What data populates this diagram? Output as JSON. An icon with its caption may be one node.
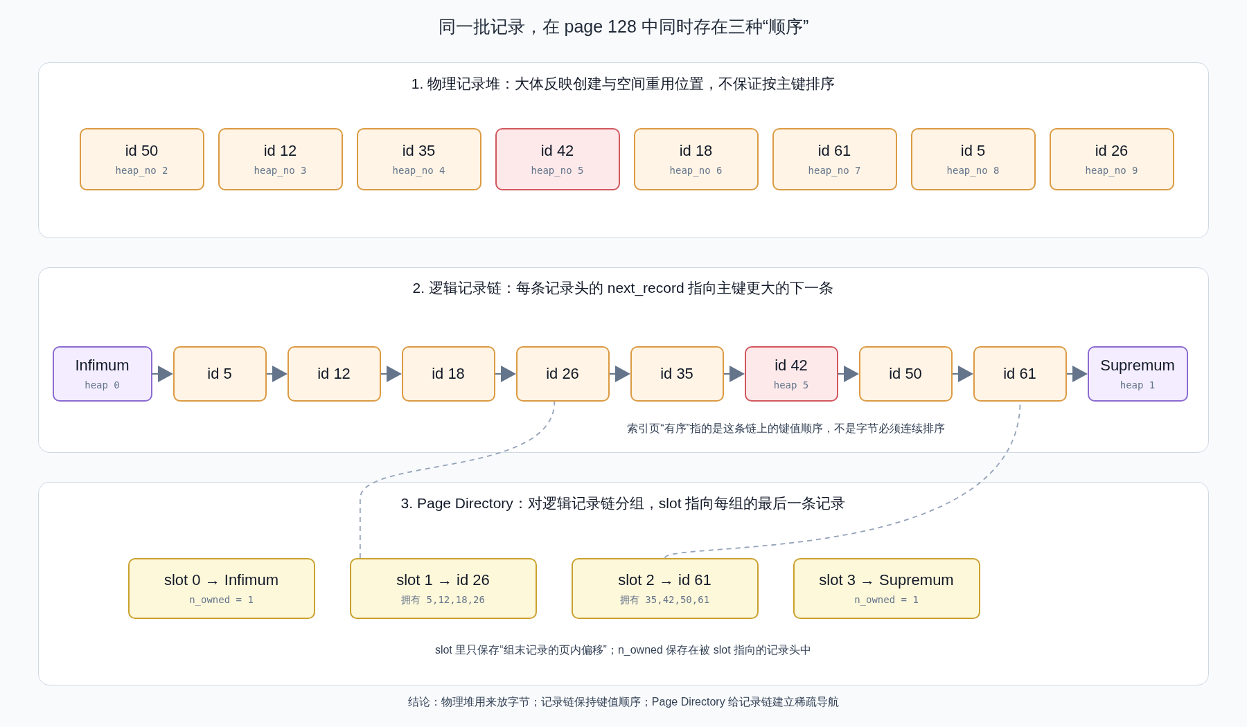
{
  "diagram": {
    "title": "同一批记录，在 page 128 中同时存在三种“顺序”",
    "nodes": [
      {
        "text": [
          "1. 物理记录堆：大体反映创建与空间重用位置，不保证按主键排序"
        ]
      },
      {
        "text": [
          "id 50",
          "heap_no 2"
        ],
        "in": 0
      },
      {
        "text": [
          "id 12",
          "heap_no 3"
        ],
        "in": 0
      },
      {
        "text": [
          "id 35",
          "heap_no 4"
        ],
        "in": 0
      },
      {
        "text": [
          "id 42",
          "heap_no 5"
        ],
        "in": 0
      },
      {
        "text": [
          "id 18",
          "heap_no 6"
        ],
        "in": 0
      },
      {
        "text": [
          "id 61",
          "heap_no 7"
        ],
        "in": 0
      },
      {
        "text": [
          "id 5",
          "heap_no 8"
        ],
        "in": 0
      },
      {
        "text": [
          "id 26",
          "heap_no 9"
        ],
        "in": 0
      },
      {
        "text": [
          "2. 逻辑记录链：每条记录头的 next_record 指向主键更大的下一条",
          "索引页“有序”指的是这条链上的键值顺序，不是字节必须连续排序"
        ]
      },
      {
        "text": [
          "Infimum",
          "heap 0"
        ],
        "in": 9
      },
      {
        "text": [
          "id 5"
        ],
        "in": 9
      },
      {
        "text": [
          "id 12"
        ],
        "in": 9
      },
      {
        "text": [
          "id 18"
        ],
        "in": 9
      },
      {
        "text": [
          "id 26"
        ],
        "in": 9
      },
      {
        "text": [
          "id 35"
        ],
        "in": 9
      },
      {
        "text": [
          "id 42",
          "heap 5"
        ],
        "in": 9
      },
      {
        "text": [
          "id 50"
        ],
        "in": 9
      },
      {
        "text": [
          "id 61"
        ],
        "in": 9
      },
      {
        "text": [
          "Supremum",
          "heap 1"
        ],
        "in": 9
      },
      {
        "text": [
          "3. Page Directory：对逻辑记录链分组，slot 指向每组的最后一条记录",
          "slot 里只保存“组末记录的页内偏移”；n_owned 保存在被 slot 指向的记录头中"
        ]
      },
      {
        "text": [
          "slot 0 → Infimum",
          "n_owned = 1"
        ],
        "in": 20
      },
      {
        "text": [
          "slot 1 → id 26",
          "拥有 5,12,18,26"
        ],
        "in": 20
      },
      {
        "text": [
          "slot 2 → id 61",
          "拥有 35,42,50,61"
        ],
        "in": 20
      },
      {
        "text": [
          "slot 3 → Supremum",
          "n_owned = 1"
        ],
        "in": 20
      }
    ],
    "edges": [
      {
        "from": 10,
        "to": 11,
        "arrow": "to"
      },
      {
        "from": 11,
        "to": 12,
        "arrow": "to"
      },
      {
        "from": 12,
        "to": 13,
        "arrow": "to"
      },
      {
        "from": 13,
        "to": 14,
        "arrow": "to"
      },
      {
        "from": 14,
        "to": 15,
        "arrow": "to"
      },
      {
        "from": 15,
        "to": 16,
        "arrow": "to"
      },
      {
        "from": 16,
        "to": 17,
        "arrow": "to"
      },
      {
        "from": 17,
        "to": 18,
        "arrow": "to"
      },
      {
        "from": 18,
        "to": 19,
        "arrow": "to"
      },
      {
        "from": 22,
        "to": 14,
        "arrow": "none",
        "style": "dashed",
        "color": "#94a3b8"
      },
      {
        "from": 23,
        "to": 18,
        "arrow": "none",
        "style": "dashed",
        "color": "#94a3b8"
      }
    ],
    "caption": "结论：物理堆用来放字节；记录链保持键值顺序；Page Directory 给记录链建立稀疏导航"
  }
}
